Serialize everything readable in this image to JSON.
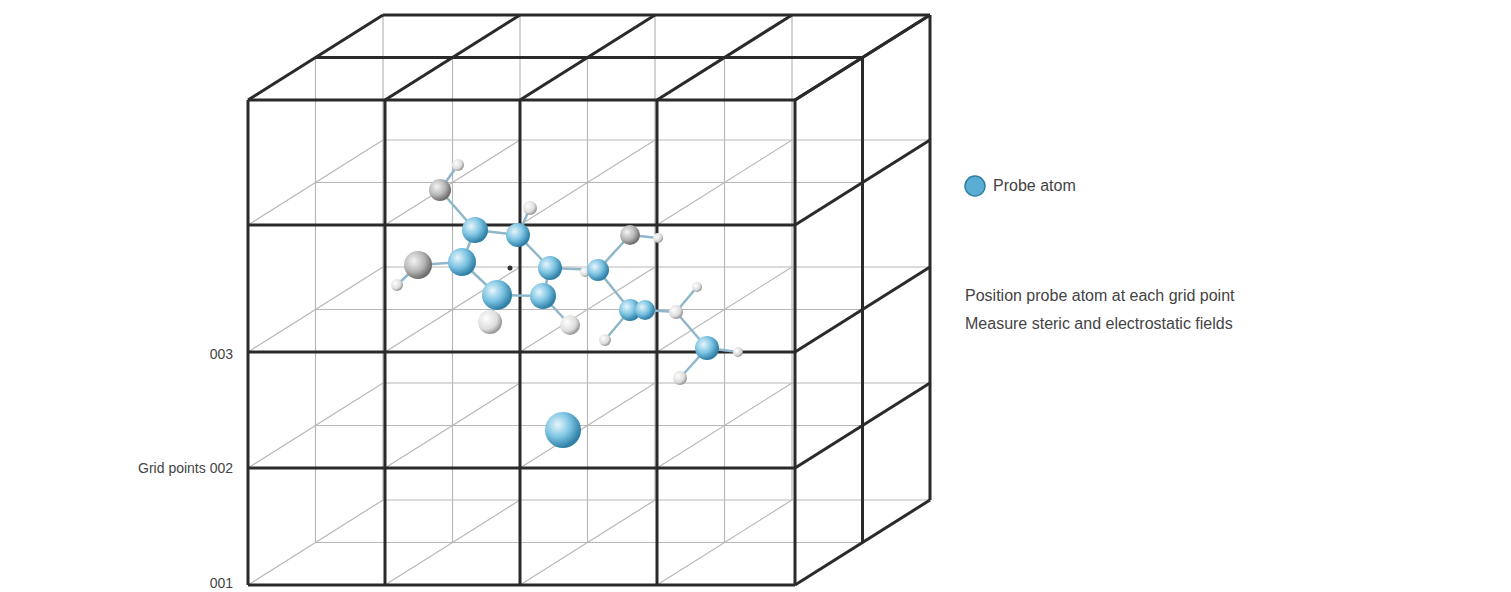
{
  "diagram": {
    "labels": [
      "Position probe atom at each grid point",
      "Measure steric and electrostatic fields",
      "003",
      "Grid points 002",
      "001"
    ],
    "legend": [
      {
        "text": "Probe atom",
        "color": "#5aaed3"
      }
    ]
  }
}
